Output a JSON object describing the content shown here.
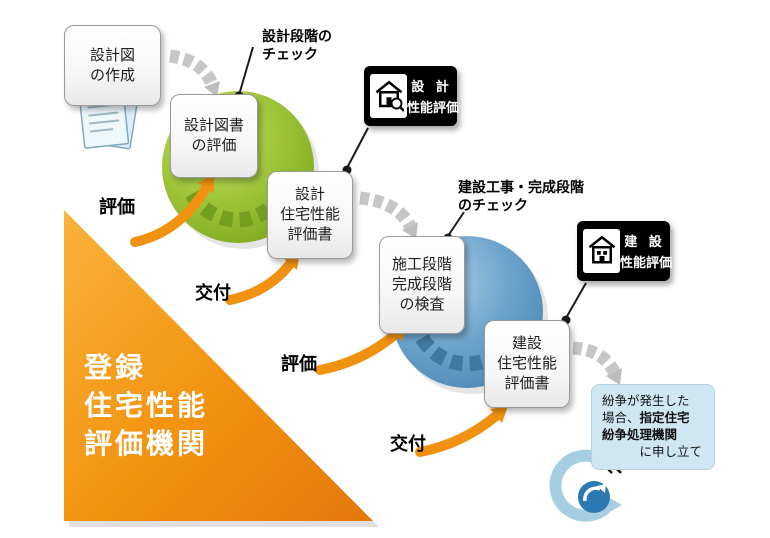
{
  "colors": {
    "accent_orange": "#f0920f",
    "stage_green": "#9cc437",
    "stage_blue": "#6ba3cc",
    "badge_bg": "#000000",
    "dispute_bg": "#cfe7f2"
  },
  "nodes": {
    "design_drawing": {
      "lines": [
        "設計図",
        "の作成"
      ]
    },
    "design_doc_eval": {
      "lines": [
        "設計図書",
        "の評価"
      ]
    },
    "design_report": {
      "lines": [
        "設計",
        "住宅性能",
        "評価書"
      ]
    },
    "inspection": {
      "lines": [
        "施工段階",
        "完成段階",
        "の検査"
      ]
    },
    "construction_report": {
      "lines": [
        "建設",
        "住宅性能",
        "評価書"
      ]
    }
  },
  "callouts": {
    "design_check": {
      "lines": [
        "設計段階の",
        "チェック"
      ]
    },
    "construction_check": {
      "lines": [
        "建設工事・完成段階",
        "のチェック"
      ]
    }
  },
  "badges": {
    "design": {
      "category": "設 計",
      "label": "性能評価"
    },
    "construction": {
      "category": "建 設",
      "label": "性能評価"
    }
  },
  "triangle": {
    "lines": [
      "登録",
      "住宅性能",
      "評価機関"
    ]
  },
  "flow_labels": {
    "evaluate1": "評価",
    "issue1": "交付",
    "evaluate2": "評価",
    "issue2": "交付"
  },
  "dispute": {
    "line1": "紛争が発生した",
    "line2_normal": "場合、",
    "line2_bold": "指定住宅",
    "line3_bold": "紛争処理機関",
    "line4": "に申し立て"
  }
}
